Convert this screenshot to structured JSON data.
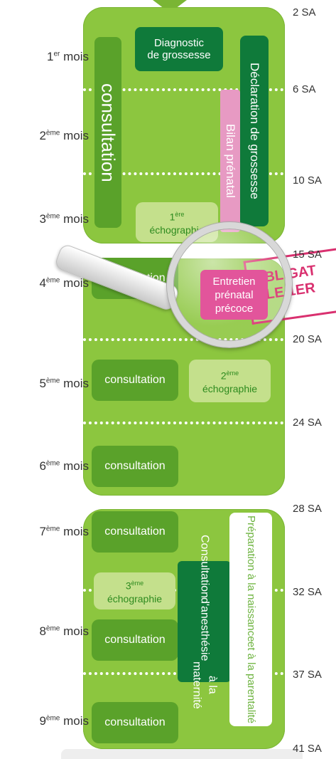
{
  "months": [
    {
      "num": "1",
      "sup": "er",
      "word": "mois"
    },
    {
      "num": "2",
      "sup": "ème",
      "word": "mois"
    },
    {
      "num": "3",
      "sup": "ème",
      "word": "mois"
    },
    {
      "num": "4",
      "sup": "ème",
      "word": "mois"
    },
    {
      "num": "5",
      "sup": "ème",
      "word": "mois"
    },
    {
      "num": "6",
      "sup": "ème",
      "word": "mois"
    },
    {
      "num": "7",
      "sup": "ème",
      "word": "mois"
    },
    {
      "num": "8",
      "sup": "ème",
      "word": "mois"
    },
    {
      "num": "9",
      "sup": "ème",
      "word": "mois"
    }
  ],
  "weeks": [
    "2 SA",
    "6 SA",
    "10 SA",
    "15 SA",
    "20 SA",
    "24 SA",
    "28 SA",
    "32 SA",
    "37 SA",
    "41 SA"
  ],
  "first_trimester": {
    "diagnostic": [
      "Diagnostic",
      "de grossesse"
    ],
    "consultation_vertical": "consultation",
    "declaration": "Déclaration de grossesse",
    "bilan": "Bilan prénatal",
    "echo1": {
      "num": "1",
      "sup": "ère",
      "word": "échographie"
    }
  },
  "second_trimester": {
    "consultation": "consultation",
    "entretien": [
      "Entretien",
      "prénatal",
      "précoce"
    ],
    "stamp": [
      "OBLIGAT",
      "LE 1ER"
    ],
    "echo2": {
      "num": "2",
      "sup": "ème",
      "word": "échographie"
    }
  },
  "third_trimester": {
    "consultation": "consultation",
    "echo3": {
      "num": "3",
      "sup": "ème",
      "word": "échographie"
    },
    "anesthesie": [
      "Consultation",
      "d'anesthésie",
      "à la maternité"
    ],
    "preparation": [
      "Préparation à la naissance",
      "et à la parentalité"
    ]
  },
  "colors": {
    "panel": "#8cc63f",
    "dark_green": "#0f7a3a",
    "consult": "#5aa22a",
    "pink": "#e2559b",
    "light_pink": "#e79ac3",
    "light_green": "#c4e08c"
  }
}
